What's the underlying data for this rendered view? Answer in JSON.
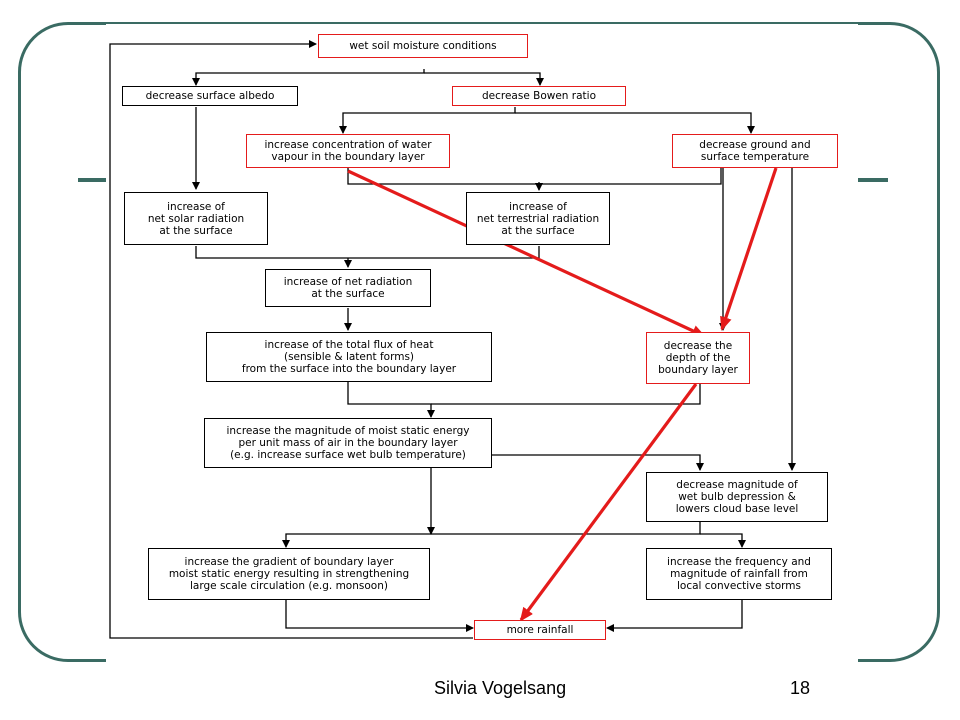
{
  "nodes": {
    "wet_soil": "wet soil moisture conditions",
    "albedo": "decrease surface albedo",
    "bowen": "decrease Bowen ratio",
    "water_vapour": "increase concentration of water\nvapour in the boundary layer",
    "ground_temp": "decrease ground and\nsurface temperature",
    "solar": "increase of\nnet solar radiation\nat the surface",
    "terrestrial": "increase of\nnet terrestrial radiation\nat the surface",
    "net_radiation": "increase of net radiation\nat the surface",
    "heat_flux": "increase of the total flux of heat\n(sensible & latent forms)\nfrom the surface into the boundary layer",
    "depth": "decrease the\ndepth of the\nboundary layer",
    "static_energy": "increase the magnitude of moist static energy\nper unit mass of air in the boundary layer\n(e.g. increase surface wet bulb temperature)",
    "wet_bulb": "decrease magnitude of\nwet bulb depression &\nlowers cloud base level",
    "gradient": "increase the gradient of boundary layer\nmoist static energy resulting in strengthening\nlarge scale circulation (e.g. monsoon)",
    "frequency": "increase the frequency and\nmagnitude of rainfall from\nlocal convective storms",
    "rainfall": "more rainfall"
  },
  "colors": {
    "frame": "#3a6b63",
    "highlight": "#e41b1b",
    "arrow": "#000000"
  },
  "footer": {
    "author": "Silvia Vogelsang",
    "page_number": "18"
  }
}
